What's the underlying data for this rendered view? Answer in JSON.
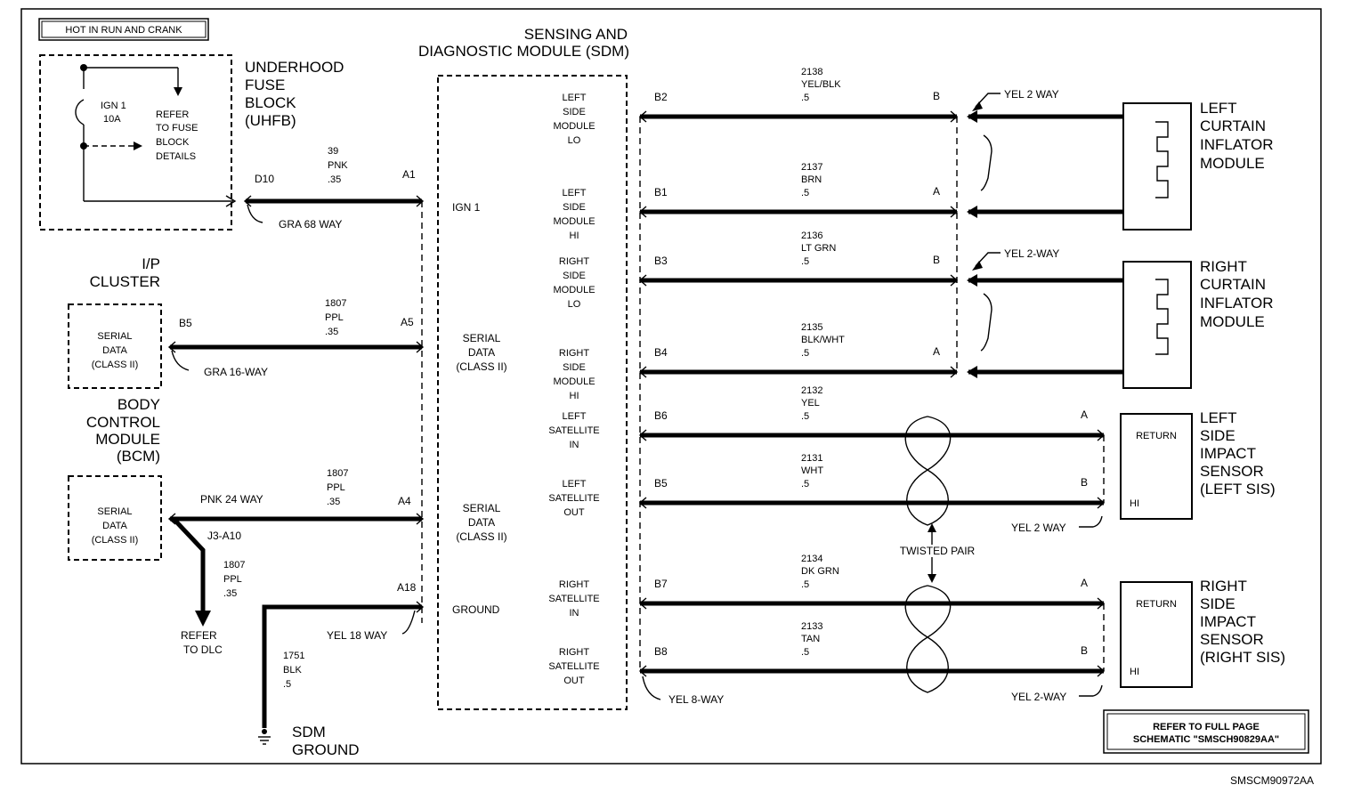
{
  "hot_label": "HOT IN RUN AND CRANK",
  "uhfb": {
    "l1": "UNDERHOOD",
    "l2": "FUSE",
    "l3": "BLOCK",
    "l4": "(UHFB)",
    "fuse1": "IGN 1",
    "fuse2": "10A",
    "refer1": "REFER",
    "refer2": "TO FUSE",
    "refer3": "BLOCK",
    "refer4": "DETAILS"
  },
  "sdm": {
    "title1": "SENSING AND",
    "title2": "DIAGNOSTIC MODULE (SDM)",
    "ign1": "IGN 1",
    "sd1_1": "SERIAL",
    "sd1_2": "DATA",
    "sd1_3": "(CLASS II)",
    "sd2_1": "SERIAL",
    "sd2_2": "DATA",
    "sd2_3": "(CLASS II)",
    "ground": "GROUND"
  },
  "ignwire": {
    "pin": "D10",
    "circuit": "39",
    "color": "PNK",
    "gauge": ".35",
    "sdm_pin": "A1",
    "connector": "GRA 68 WAY"
  },
  "ipc": {
    "l1": "I/P",
    "l2": "CLUSTER",
    "box1": "SERIAL",
    "box2": "DATA",
    "box3": "(CLASS II)",
    "pin": "B5",
    "circuit": "1807",
    "color": "PPL",
    "gauge": ".35",
    "sdm_pin": "A5",
    "connector": "GRA 16-WAY"
  },
  "bcm": {
    "l1": "BODY",
    "l2": "CONTROL",
    "l3": "MODULE",
    "l4": "(BCM)",
    "box1": "SERIAL",
    "box2": "DATA",
    "box3": "(CLASS II)",
    "connector": "PNK 24 WAY",
    "circuit": "1807",
    "color": "PPL",
    "gauge": ".35",
    "sdm_pin": "A4",
    "splice": "J3-A10",
    "splice_circuit": "1807",
    "splice_color": "PPL",
    "splice_gauge": ".35",
    "dlc1": "REFER",
    "dlc2": "TO DLC"
  },
  "ground": {
    "sdm_pin": "A18",
    "connector": "YEL 18 WAY",
    "circuit": "1751",
    "color": "BLK",
    "gauge": ".5",
    "l1": "SDM",
    "l2": "GROUND"
  },
  "outputs": [
    {
      "label1": "LEFT",
      "label2": "SIDE",
      "label3": "MODULE",
      "label4": "LO",
      "pin": "B2",
      "circuit": "2138",
      "color": "YEL/BLK",
      "gauge": ".5",
      "end": "B"
    },
    {
      "label1": "LEFT",
      "label2": "SIDE",
      "label3": "MODULE",
      "label4": "HI",
      "pin": "B1",
      "circuit": "2137",
      "color": "BRN",
      "gauge": ".5",
      "end": "A"
    },
    {
      "label1": "RIGHT",
      "label2": "SIDE",
      "label3": "MODULE",
      "label4": "LO",
      "pin": "B3",
      "circuit": "2136",
      "color": "LT GRN",
      "gauge": ".5",
      "end": "B"
    },
    {
      "label1": "RIGHT",
      "label2": "SIDE",
      "label3": "MODULE",
      "label4": "HI",
      "pin": "B4",
      "circuit": "2135",
      "color": "BLK/WHT",
      "gauge": ".5",
      "end": "A"
    },
    {
      "label1": "LEFT",
      "label2": "SATELLITE",
      "label3": "IN",
      "pin": "B6",
      "circuit": "2132",
      "color": "YEL",
      "gauge": ".5",
      "end": "A"
    },
    {
      "label1": "LEFT",
      "label2": "SATELLITE",
      "label3": "OUT",
      "pin": "B5",
      "circuit": "2131",
      "color": "WHT",
      "gauge": ".5",
      "end": "B"
    },
    {
      "label1": "RIGHT",
      "label2": "SATELLITE",
      "label3": "IN",
      "pin": "B7",
      "circuit": "2134",
      "color": "DK GRN",
      "gauge": ".5",
      "end": "A"
    },
    {
      "label1": "RIGHT",
      "label2": "SATELLITE",
      "label3": "OUT",
      "pin": "B8",
      "circuit": "2133",
      "color": "TAN",
      "gauge": ".5",
      "end": "B"
    }
  ],
  "connectors": {
    "left_curtain": "YEL 2 WAY",
    "right_curtain": "YEL 2-WAY",
    "left_sis": "YEL 2 WAY",
    "twisted": "TWISTED PAIR",
    "sdm_b": "YEL 8-WAY",
    "right_sis": "YEL 2-WAY"
  },
  "lc": {
    "l1": "LEFT",
    "l2": "CURTAIN",
    "l3": "INFLATOR",
    "l4": "MODULE"
  },
  "rc": {
    "l1": "RIGHT",
    "l2": "CURTAIN",
    "l3": "INFLATOR",
    "l4": "MODULE"
  },
  "ls": {
    "l1": "LEFT",
    "l2": "SIDE",
    "l3": "IMPACT",
    "l4": "SENSOR",
    "l5": "(LEFT SIS)",
    "ret": "RETURN",
    "hi": "HI"
  },
  "rs": {
    "l1": "RIGHT",
    "l2": "SIDE",
    "l3": "IMPACT",
    "l4": "SENSOR",
    "l5": "(RIGHT SIS)",
    "ret": "RETURN",
    "hi": "HI"
  },
  "refer_box": {
    "l1": "REFER TO FULL PAGE",
    "l2": "SCHEMATIC \"SMSCH90829AA\""
  },
  "figure_id": "SMSCM90972AA"
}
